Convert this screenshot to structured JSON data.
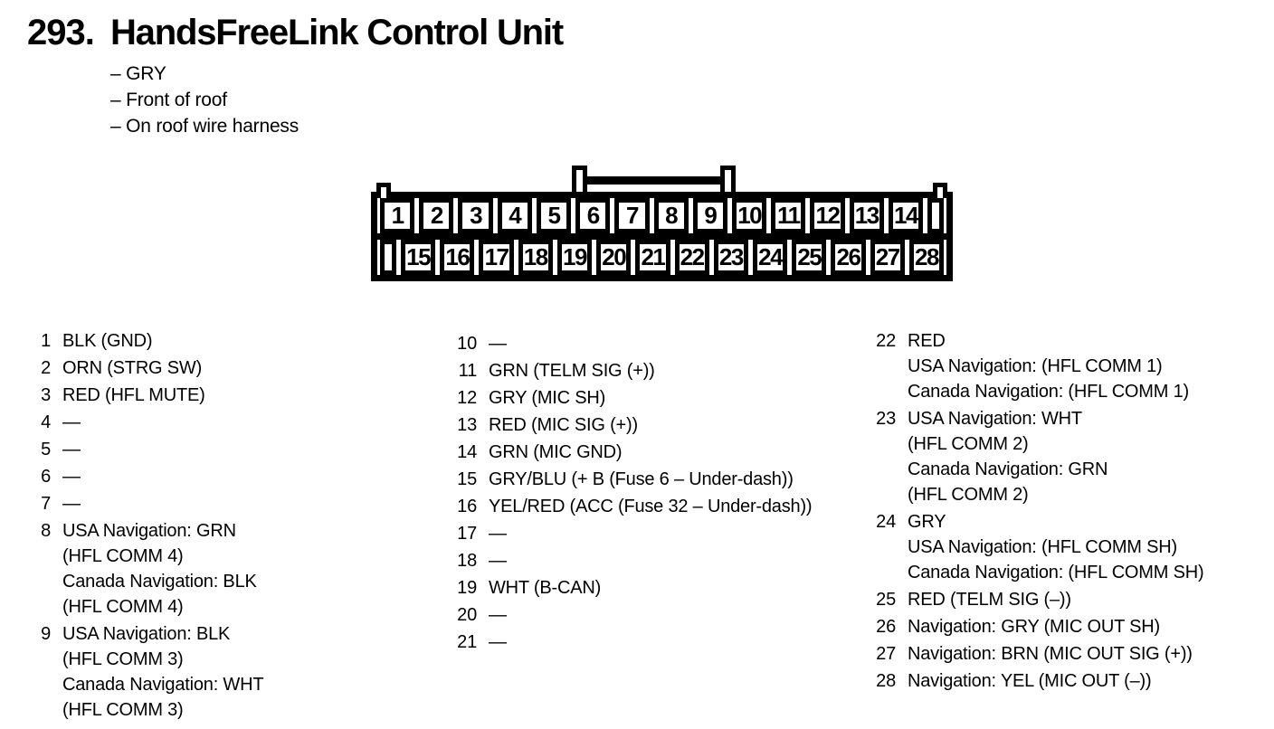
{
  "page": {
    "number": "293.",
    "title": "HandsFreeLink Control Unit",
    "bullets": [
      "– GRY",
      "– Front of roof",
      "– On roof wire harness"
    ]
  },
  "connector": {
    "top_pins": [
      "1",
      "2",
      "3",
      "4",
      "5",
      "6",
      "7",
      "8",
      "9",
      "10",
      "11",
      "12",
      "13",
      "14"
    ],
    "bottom_pins": [
      "15",
      "16",
      "17",
      "18",
      "19",
      "20",
      "21",
      "22",
      "23",
      "24",
      "25",
      "26",
      "27",
      "28"
    ]
  },
  "pin_list": {
    "col1": [
      {
        "num": "1",
        "lines": [
          "BLK (GND)"
        ]
      },
      {
        "num": "2",
        "lines": [
          "ORN (STRG SW)"
        ]
      },
      {
        "num": "3",
        "lines": [
          "RED (HFL MUTE)"
        ]
      },
      {
        "num": "4",
        "lines": [
          "—"
        ]
      },
      {
        "num": "5",
        "lines": [
          "—"
        ]
      },
      {
        "num": "6",
        "lines": [
          "—"
        ]
      },
      {
        "num": "7",
        "lines": [
          "—"
        ]
      },
      {
        "num": "8",
        "lines": [
          "USA Navigation: GRN",
          "(HFL COMM 4)",
          "Canada Navigation: BLK",
          "(HFL COMM 4)"
        ]
      },
      {
        "num": "9",
        "lines": [
          "USA Navigation: BLK",
          "(HFL COMM 3)",
          "Canada Navigation: WHT",
          "(HFL COMM 3)"
        ]
      }
    ],
    "col2": [
      {
        "num": "10",
        "lines": [
          "—"
        ]
      },
      {
        "num": "11",
        "lines": [
          "GRN (TELM SIG (+))"
        ]
      },
      {
        "num": "12",
        "lines": [
          "GRY (MIC SH)"
        ]
      },
      {
        "num": "13",
        "lines": [
          "RED (MIC SIG (+))"
        ]
      },
      {
        "num": "14",
        "lines": [
          "GRN (MIC GND)"
        ]
      },
      {
        "num": "15",
        "lines": [
          "GRY/BLU (+ B (Fuse 6 – Under-dash))"
        ]
      },
      {
        "num": "16",
        "lines": [
          "YEL/RED (ACC (Fuse 32 – Under-dash))"
        ]
      },
      {
        "num": "17",
        "lines": [
          "—"
        ]
      },
      {
        "num": "18",
        "lines": [
          "—"
        ]
      },
      {
        "num": "19",
        "lines": [
          "WHT (B-CAN)"
        ]
      },
      {
        "num": "20",
        "lines": [
          "—"
        ]
      },
      {
        "num": "21",
        "lines": [
          "—"
        ]
      }
    ],
    "col3": [
      {
        "num": "22",
        "lines": [
          "RED",
          "USA Navigation: (HFL COMM 1)",
          "Canada Navigation: (HFL COMM 1)"
        ]
      },
      {
        "num": "23",
        "lines": [
          "USA Navigation: WHT",
          "(HFL COMM 2)",
          "Canada Navigation: GRN",
          "(HFL COMM 2)"
        ]
      },
      {
        "num": "24",
        "lines": [
          "GRY",
          "USA Navigation: (HFL COMM SH)",
          "Canada Navigation: (HFL COMM SH)"
        ]
      },
      {
        "num": "25",
        "lines": [
          "RED (TELM SIG (–))"
        ]
      },
      {
        "num": "26",
        "lines": [
          "Navigation: GRY (MIC OUT SH)"
        ]
      },
      {
        "num": "27",
        "lines": [
          "Navigation: BRN (MIC OUT SIG (+))"
        ]
      },
      {
        "num": "28",
        "lines": [
          "Navigation: YEL (MIC OUT (–))"
        ]
      }
    ]
  },
  "colors": {
    "ink": "#000000",
    "paper": "#ffffff"
  }
}
